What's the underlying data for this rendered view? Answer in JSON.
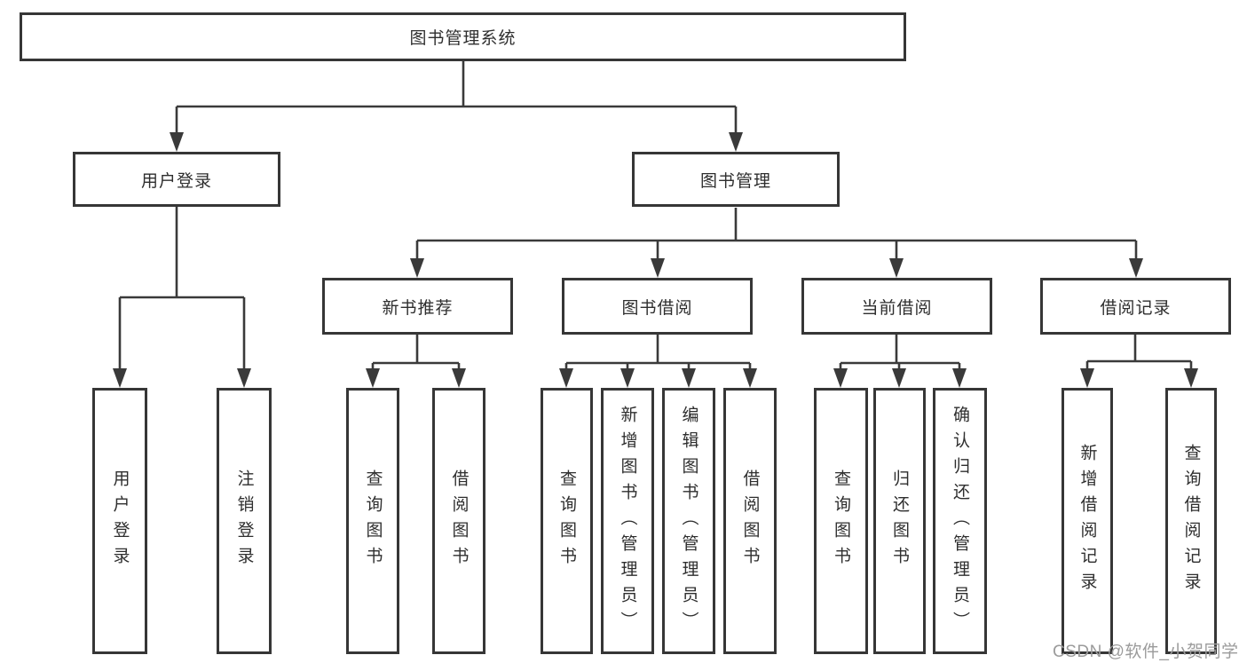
{
  "diagram": {
    "title": "图书管理系统",
    "root": {
      "label": "图书管理系统"
    },
    "level2": {
      "user_login": {
        "label": "用户登录"
      },
      "book_mgmt": {
        "label": "图书管理"
      }
    },
    "level3": {
      "new_rec": {
        "label": "新书推荐"
      },
      "borrowing": {
        "label": "图书借阅"
      },
      "current": {
        "label": "当前借阅"
      },
      "records": {
        "label": "借阅记录"
      }
    },
    "level4": {
      "user_login_login": {
        "label": "用户登录"
      },
      "user_login_logout": {
        "label": "注销登录"
      },
      "new_rec_query": {
        "label": "查询图书"
      },
      "new_rec_borrow": {
        "label": "借阅图书"
      },
      "borrowing_query": {
        "label": "查询图书"
      },
      "borrowing_add": {
        "label": "新增图书（管理员）"
      },
      "borrowing_edit": {
        "label": "编辑图书（管理员）"
      },
      "borrowing_borrow": {
        "label": "借阅图书"
      },
      "current_query": {
        "label": "查询图书"
      },
      "current_return": {
        "label": "归还图书"
      },
      "current_confirm": {
        "label": "确认归还（管理员）"
      },
      "records_add": {
        "label": "新增借阅记录"
      },
      "records_query": {
        "label": "查询借阅记录"
      }
    }
  },
  "watermark": {
    "text": "CSDN @软件_小贺同学"
  },
  "colors": {
    "line": "#3a3a3a",
    "box_border": "#363636",
    "text": "#2e2e2e",
    "watermark": "#9b9b9b",
    "background": "#ffffff"
  }
}
